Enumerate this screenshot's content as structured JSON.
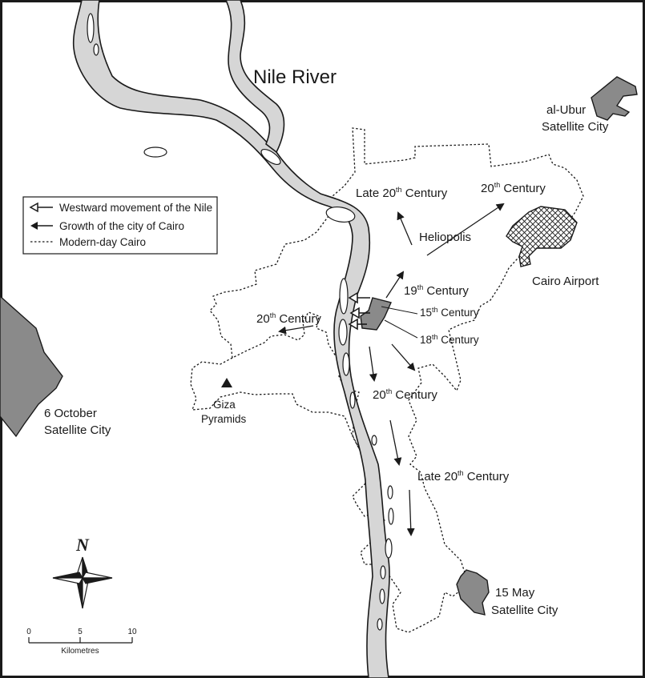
{
  "map": {
    "river_label": "Nile River",
    "legend": {
      "items": [
        {
          "label": "Westward movement of the Nile",
          "symbol": "open-arrow"
        },
        {
          "label": "Growth of the city of Cairo",
          "symbol": "solid-arrow"
        },
        {
          "label": "Modern-day Cairo",
          "symbol": "dotted-line"
        }
      ]
    },
    "places": {
      "al_ubur_1": "al-Ubur",
      "al_ubur_2": "Satellite City",
      "six_oct_1": "6 October",
      "six_oct_2": "Satellite City",
      "may15_1": "15 May",
      "may15_2": "Satellite City",
      "airport": "Cairo Airport",
      "heliopolis": "Heliopolis",
      "giza_1": "Giza",
      "giza_2": "Pyramids"
    },
    "eras": {
      "late20_top": {
        "pre": "Late 20",
        "sup": "th",
        "post": " Century"
      },
      "c20_ne": {
        "pre": "20",
        "sup": "th",
        "post": " Century"
      },
      "c19": {
        "pre": "19",
        "sup": "th",
        "post": " Century"
      },
      "c15": {
        "pre": "15",
        "sup": "th",
        "post": " Century"
      },
      "c18": {
        "pre": "18",
        "sup": "th",
        "post": " Century"
      },
      "c20_w": {
        "pre": "20",
        "sup": "th",
        "post": " Century"
      },
      "c20_s": {
        "pre": "20",
        "sup": "th",
        "post": " Century"
      },
      "late20_s": {
        "pre": "Late 20",
        "sup": "th",
        "post": " Century"
      }
    },
    "north": "N",
    "scale": {
      "ticks": [
        "0",
        "5",
        "10"
      ],
      "unit": "Kilometres"
    },
    "colors": {
      "satellite_fill": "#8a8a8a",
      "river_fill": "#d6d6d6",
      "ink": "#1a1a1a"
    }
  }
}
